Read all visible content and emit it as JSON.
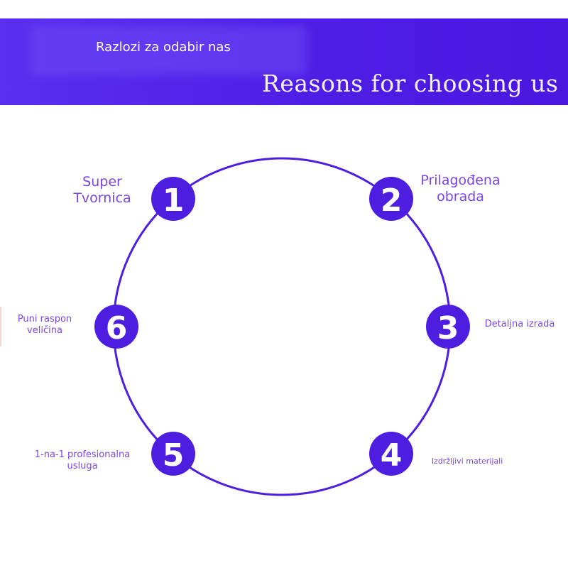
{
  "header": {
    "subtitle": "Razlozi za odabir nas",
    "title": "Reasons for choosing us"
  },
  "colors": {
    "banner": "#5126e8",
    "accent": "#4d1ee0",
    "label": "#7a46e0"
  },
  "items": [
    {
      "number": "1",
      "label_lines": [
        "Super",
        "Tvornica"
      ]
    },
    {
      "number": "2",
      "label_lines": [
        "Prilagođena",
        "obrada"
      ]
    },
    {
      "number": "3",
      "label_lines": [
        "Detaljna izrada"
      ]
    },
    {
      "number": "4",
      "label_lines": [
        "Izdržljivi materijali"
      ]
    },
    {
      "number": "5",
      "label_lines": [
        "1-na-1 profesionalna",
        "usluga"
      ]
    },
    {
      "number": "6",
      "label_lines": [
        "Puni raspon",
        "veličina"
      ]
    }
  ]
}
